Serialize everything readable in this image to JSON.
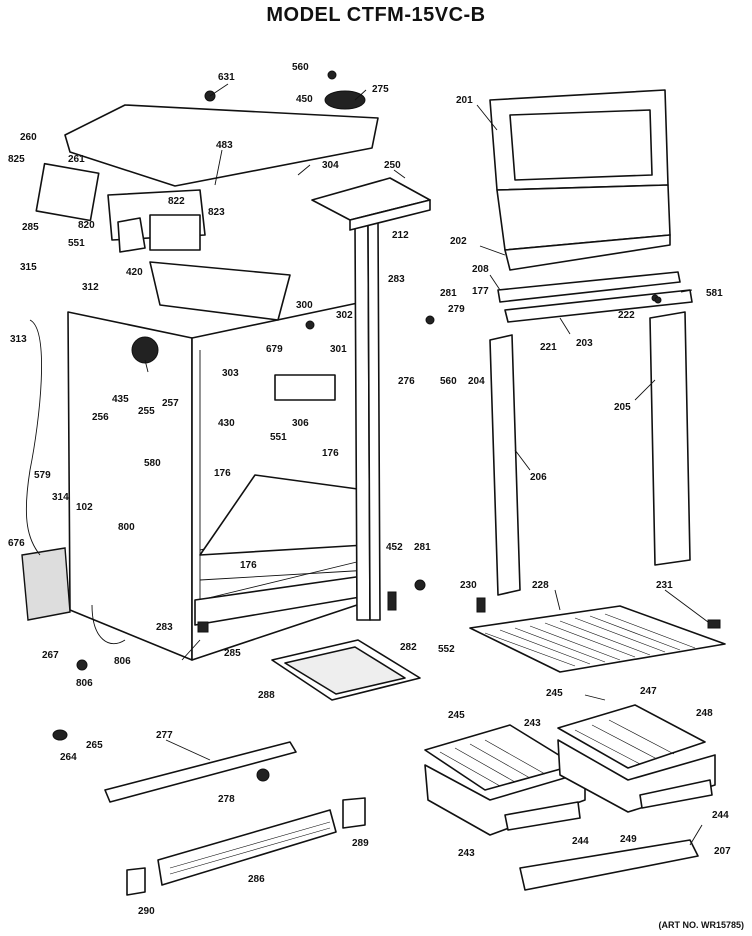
{
  "title": "MODEL CTFM-15VC-B",
  "art_number": "(ART NO. WR15785)",
  "callouts": [
    {
      "id": "c631",
      "t": "631"
    },
    {
      "id": "c560a",
      "t": "560"
    },
    {
      "id": "c275",
      "t": "275"
    },
    {
      "id": "c450",
      "t": "450"
    },
    {
      "id": "c201",
      "t": "201"
    },
    {
      "id": "c260",
      "t": "260"
    },
    {
      "id": "c825",
      "t": "825"
    },
    {
      "id": "c261",
      "t": "261"
    },
    {
      "id": "c483",
      "t": "483"
    },
    {
      "id": "c304",
      "t": "304"
    },
    {
      "id": "c250",
      "t": "250"
    },
    {
      "id": "c822",
      "t": "822"
    },
    {
      "id": "c823",
      "t": "823"
    },
    {
      "id": "c820",
      "t": "820"
    },
    {
      "id": "c212",
      "t": "212"
    },
    {
      "id": "c202",
      "t": "202"
    },
    {
      "id": "c285a",
      "t": "285"
    },
    {
      "id": "c551a",
      "t": "551"
    },
    {
      "id": "c315",
      "t": "315"
    },
    {
      "id": "c312",
      "t": "312"
    },
    {
      "id": "c420",
      "t": "420"
    },
    {
      "id": "c283a",
      "t": "283"
    },
    {
      "id": "c208",
      "t": "208"
    },
    {
      "id": "c177",
      "t": "177"
    },
    {
      "id": "c581",
      "t": "581"
    },
    {
      "id": "c300",
      "t": "300"
    },
    {
      "id": "c302",
      "t": "302"
    },
    {
      "id": "c281a",
      "t": "281"
    },
    {
      "id": "c279",
      "t": "279"
    },
    {
      "id": "c222",
      "t": "222"
    },
    {
      "id": "c203",
      "t": "203"
    },
    {
      "id": "c313",
      "t": "313"
    },
    {
      "id": "c679",
      "t": "679"
    },
    {
      "id": "c301",
      "t": "301"
    },
    {
      "id": "c221",
      "t": "221"
    },
    {
      "id": "c303",
      "t": "303"
    },
    {
      "id": "c276",
      "t": "276"
    },
    {
      "id": "c560b",
      "t": "560"
    },
    {
      "id": "c204",
      "t": "204"
    },
    {
      "id": "c435",
      "t": "435"
    },
    {
      "id": "c257",
      "t": "257"
    },
    {
      "id": "c205",
      "t": "205"
    },
    {
      "id": "c256",
      "t": "256"
    },
    {
      "id": "c255",
      "t": "255"
    },
    {
      "id": "c430",
      "t": "430"
    },
    {
      "id": "c551b",
      "t": "551"
    },
    {
      "id": "c306",
      "t": "306"
    },
    {
      "id": "c176a",
      "t": "176"
    },
    {
      "id": "c579",
      "t": "579"
    },
    {
      "id": "c580",
      "t": "580"
    },
    {
      "id": "c176b",
      "t": "176"
    },
    {
      "id": "c206",
      "t": "206"
    },
    {
      "id": "c314",
      "t": "314"
    },
    {
      "id": "c102",
      "t": "102"
    },
    {
      "id": "c800",
      "t": "800"
    },
    {
      "id": "c676",
      "t": "676"
    },
    {
      "id": "c452",
      "t": "452"
    },
    {
      "id": "c281b",
      "t": "281"
    },
    {
      "id": "c176c",
      "t": "176"
    },
    {
      "id": "c230",
      "t": "230"
    },
    {
      "id": "c228",
      "t": "228"
    },
    {
      "id": "c231",
      "t": "231"
    },
    {
      "id": "c283b",
      "t": "283"
    },
    {
      "id": "c285b",
      "t": "285"
    },
    {
      "id": "c282",
      "t": "282"
    },
    {
      "id": "c552",
      "t": "552"
    },
    {
      "id": "c267",
      "t": "267"
    },
    {
      "id": "c806a",
      "t": "806"
    },
    {
      "id": "c806b",
      "t": "806"
    },
    {
      "id": "c288",
      "t": "288"
    },
    {
      "id": "c245a",
      "t": "245"
    },
    {
      "id": "c247",
      "t": "247"
    },
    {
      "id": "c245b",
      "t": "245"
    },
    {
      "id": "c243a",
      "t": "243"
    },
    {
      "id": "c248",
      "t": "248"
    },
    {
      "id": "c277",
      "t": "277"
    },
    {
      "id": "c264",
      "t": "264"
    },
    {
      "id": "c265",
      "t": "265"
    },
    {
      "id": "c278",
      "t": "278"
    },
    {
      "id": "c244a",
      "t": "244"
    },
    {
      "id": "c289",
      "t": "289"
    },
    {
      "id": "c244b",
      "t": "244"
    },
    {
      "id": "c249",
      "t": "249"
    },
    {
      "id": "c243b",
      "t": "243"
    },
    {
      "id": "c207",
      "t": "207"
    },
    {
      "id": "c286",
      "t": "286"
    },
    {
      "id": "c290",
      "t": "290"
    }
  ]
}
